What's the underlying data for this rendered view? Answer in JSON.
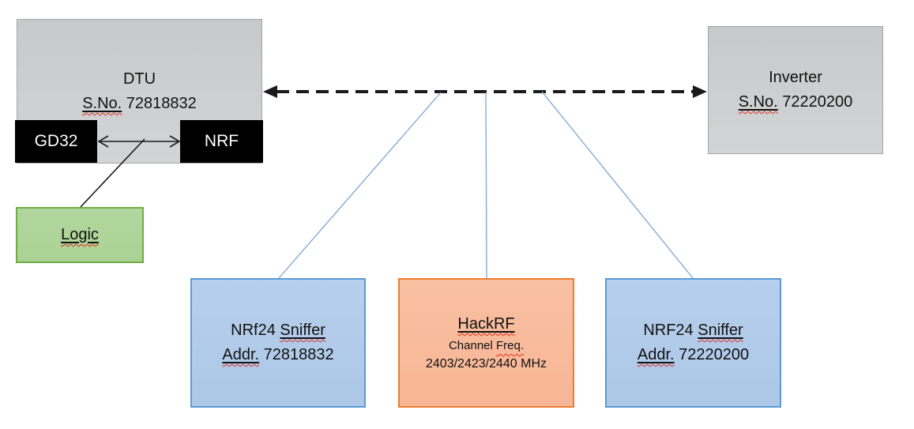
{
  "colors": {
    "gray-fill-top": "#c8c9ca",
    "gray-fill-bottom": "#d3d4d5",
    "gray-border": "#a5a5a5",
    "black-fill": "#000000",
    "green-fill": "#abd294",
    "green-border": "#70ad47",
    "blue-fill": "#adc7e7",
    "blue-border": "#5b9bd5",
    "orange-fill": "#f7b695",
    "orange-border": "#ed7d31",
    "connector-blue": "#7ea4d4",
    "line-black": "#1a1a1a",
    "squiggle-red": "#e0301e"
  },
  "dtu": {
    "title": "DTU",
    "serial_label": "S.No.",
    "serial_value": "72818832",
    "gd32_label": "GD32",
    "nrf_label": "NRF"
  },
  "logic": {
    "label": "Logic"
  },
  "inverter": {
    "title": "Inverter",
    "serial_label": "S.No.",
    "serial_value": "72220200"
  },
  "sniffer_left": {
    "name": "NRf24",
    "type": "Sniffer",
    "addr_label": "Addr.",
    "addr_value": "72818832"
  },
  "hackrf": {
    "title": "HackRF",
    "channel_word": "Channel",
    "freq_word": "Freq.",
    "freq_values": "2403/2423/2440 MHz"
  },
  "sniffer_right": {
    "name": "NRF24",
    "type": "Sniffer",
    "addr_label": "Addr.",
    "addr_value": "72220200"
  }
}
